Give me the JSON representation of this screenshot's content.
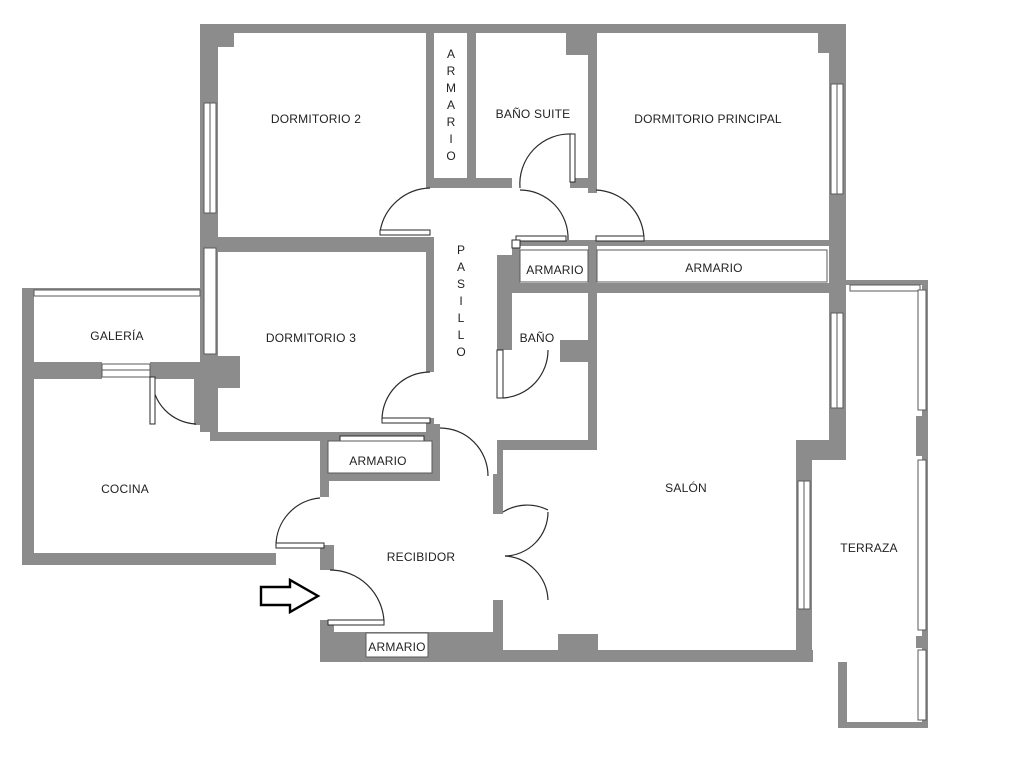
{
  "rooms": {
    "dormitorio2": "DORMITORIO 2",
    "armario_vertical": "ARMARIO",
    "bano_suite": "BAÑO SUITE",
    "dormitorio_principal": "DORMITORIO PRINCIPAL",
    "pasillo": "PASILLO",
    "armario_suite": "ARMARIO",
    "armario_principal": "ARMARIO",
    "galeria": "GALERÍA",
    "dormitorio3": "DORMITORIO 3",
    "bano": "BAÑO",
    "armario_dormitorio3": "ARMARIO",
    "cocina": "COCINA",
    "salon": "SALÓN",
    "recibidor": "RECIBIDOR",
    "terraza": "TERRAZA",
    "armario_entrada": "ARMARIO"
  },
  "colors": {
    "wall": "#8c8c8c",
    "background": "#ffffff",
    "line": "#2a2a2a"
  },
  "icons": {
    "entrance": "entrance-arrow-icon"
  }
}
